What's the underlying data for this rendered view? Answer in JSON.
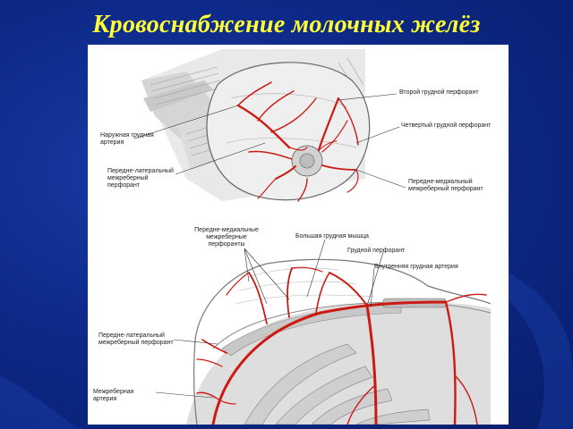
{
  "slide": {
    "title": "Кровоснабжение  молочных желёз"
  },
  "figure": {
    "top_labels": {
      "external_thoracic_artery": "Наружная грудная артерия",
      "anterolateral_perforator": "Передне-латеральный межреберный перфорант",
      "second_perforator": "Второй грудной перфорант",
      "fourth_perforator": "Четвертый грудной перфорант",
      "anteromedial_perforator": "Передне-медиальный межреберный перфорант"
    },
    "bottom_labels": {
      "anteromedial_perforators": "Передне-медиальные межреберные перфоранты",
      "pectoralis_major": "Большая грудная мышца",
      "pectoral_perforator": "Грудной перфорант",
      "internal_thoracic_artery": "Внутренняя грудная артерия",
      "anterolateral_perforator": "Передне-латеральный межреберный перфорант",
      "intercostal_artery": "Межреберная артерия"
    }
  },
  "colors": {
    "background": "#0d2a8a",
    "title": "#ffff33",
    "artery": "#cc1a12"
  }
}
